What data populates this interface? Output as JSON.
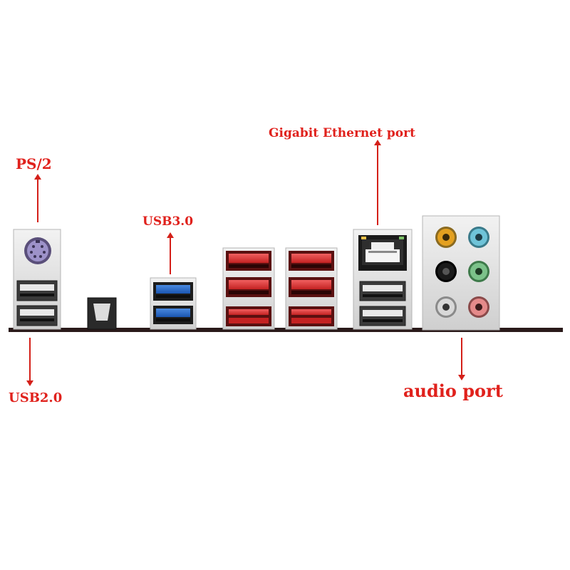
{
  "labels": {
    "ps2": "PS/2",
    "usb20": "USB2.0",
    "usb30": "USB3.0",
    "ethernet": "Gigabit Ethernet port",
    "audio": "audio port"
  },
  "colors": {
    "label_text": "#e0211c",
    "arrow": "#d42019",
    "panel_silver": "#e4e4e4",
    "board_edge": "#2a1a1a",
    "usb3_blue": "#1e63c8",
    "usb_red": "#d93333",
    "ps2_purple": "#8a7fb8",
    "audio_orange": "#e3a020",
    "audio_blue": "#6fc3d8",
    "audio_green": "#7cc28a",
    "audio_pink": "#e48a8a",
    "audio_black": "#1a1a1a",
    "audio_grey": "#d8d8d8"
  },
  "icons": [
    "arrow-up-icon",
    "arrow-down-icon",
    "ps2-port-icon",
    "usb-port-icon",
    "rj45-port-icon",
    "audio-jack-icon",
    "optical-port-icon"
  ]
}
